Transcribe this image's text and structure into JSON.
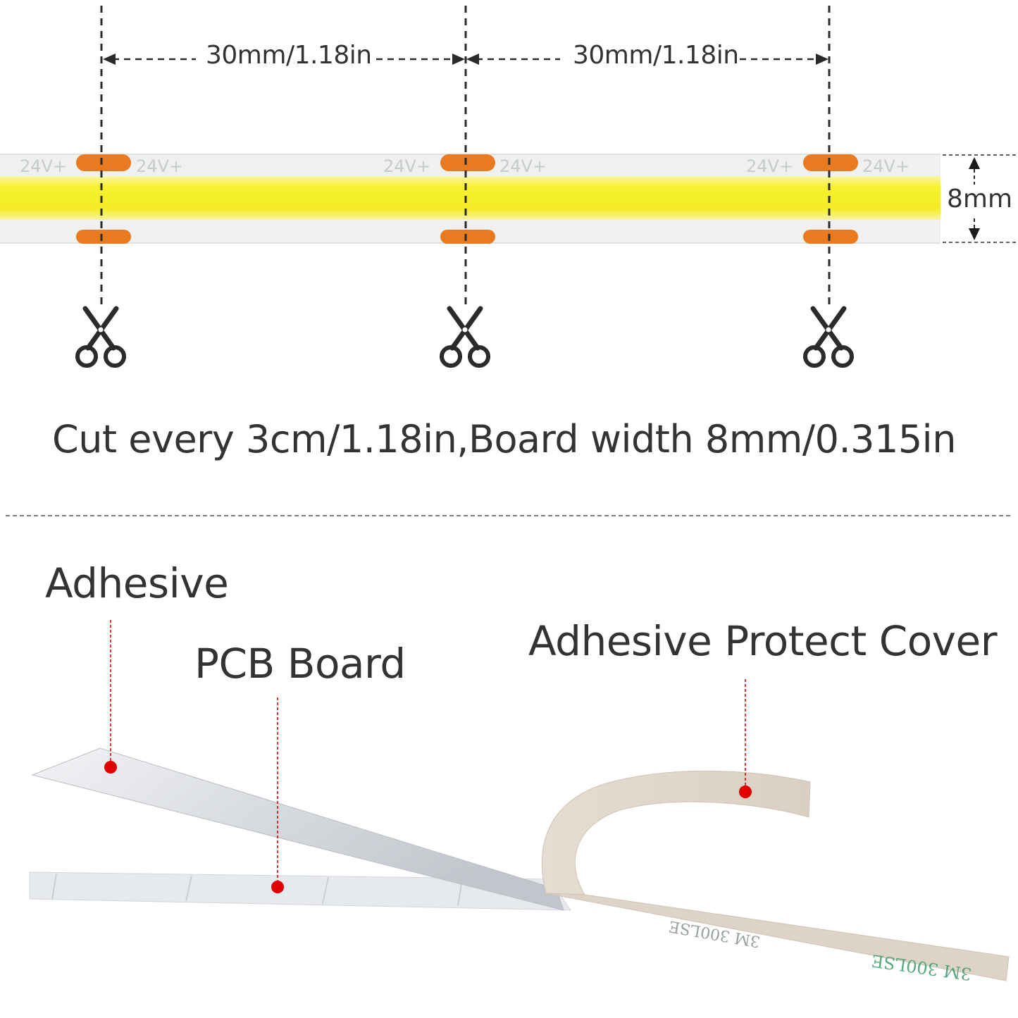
{
  "top": {
    "spacing_labels": [
      "30mm/1.18in",
      "30mm/1.18in"
    ],
    "pad_text": "24V+",
    "width_label": "8mm",
    "caption": "Cut every 3cm/1.18in,Board width 8mm/0.315in"
  },
  "icons": [
    "scissors-icon",
    "scissors-icon",
    "scissors-icon"
  ],
  "bottom": {
    "labels": {
      "adhesive": "Adhesive",
      "pcb": "PCB Board",
      "cover": "Adhesive Protect Cover"
    },
    "tape_print": [
      "3M 300LSE",
      "3M 300LSE"
    ]
  },
  "colors": {
    "led": "#F7F02E",
    "pad": "#E87A1F",
    "strip": "#EEF1EE",
    "marker": "#E00000",
    "text": "#333333"
  }
}
